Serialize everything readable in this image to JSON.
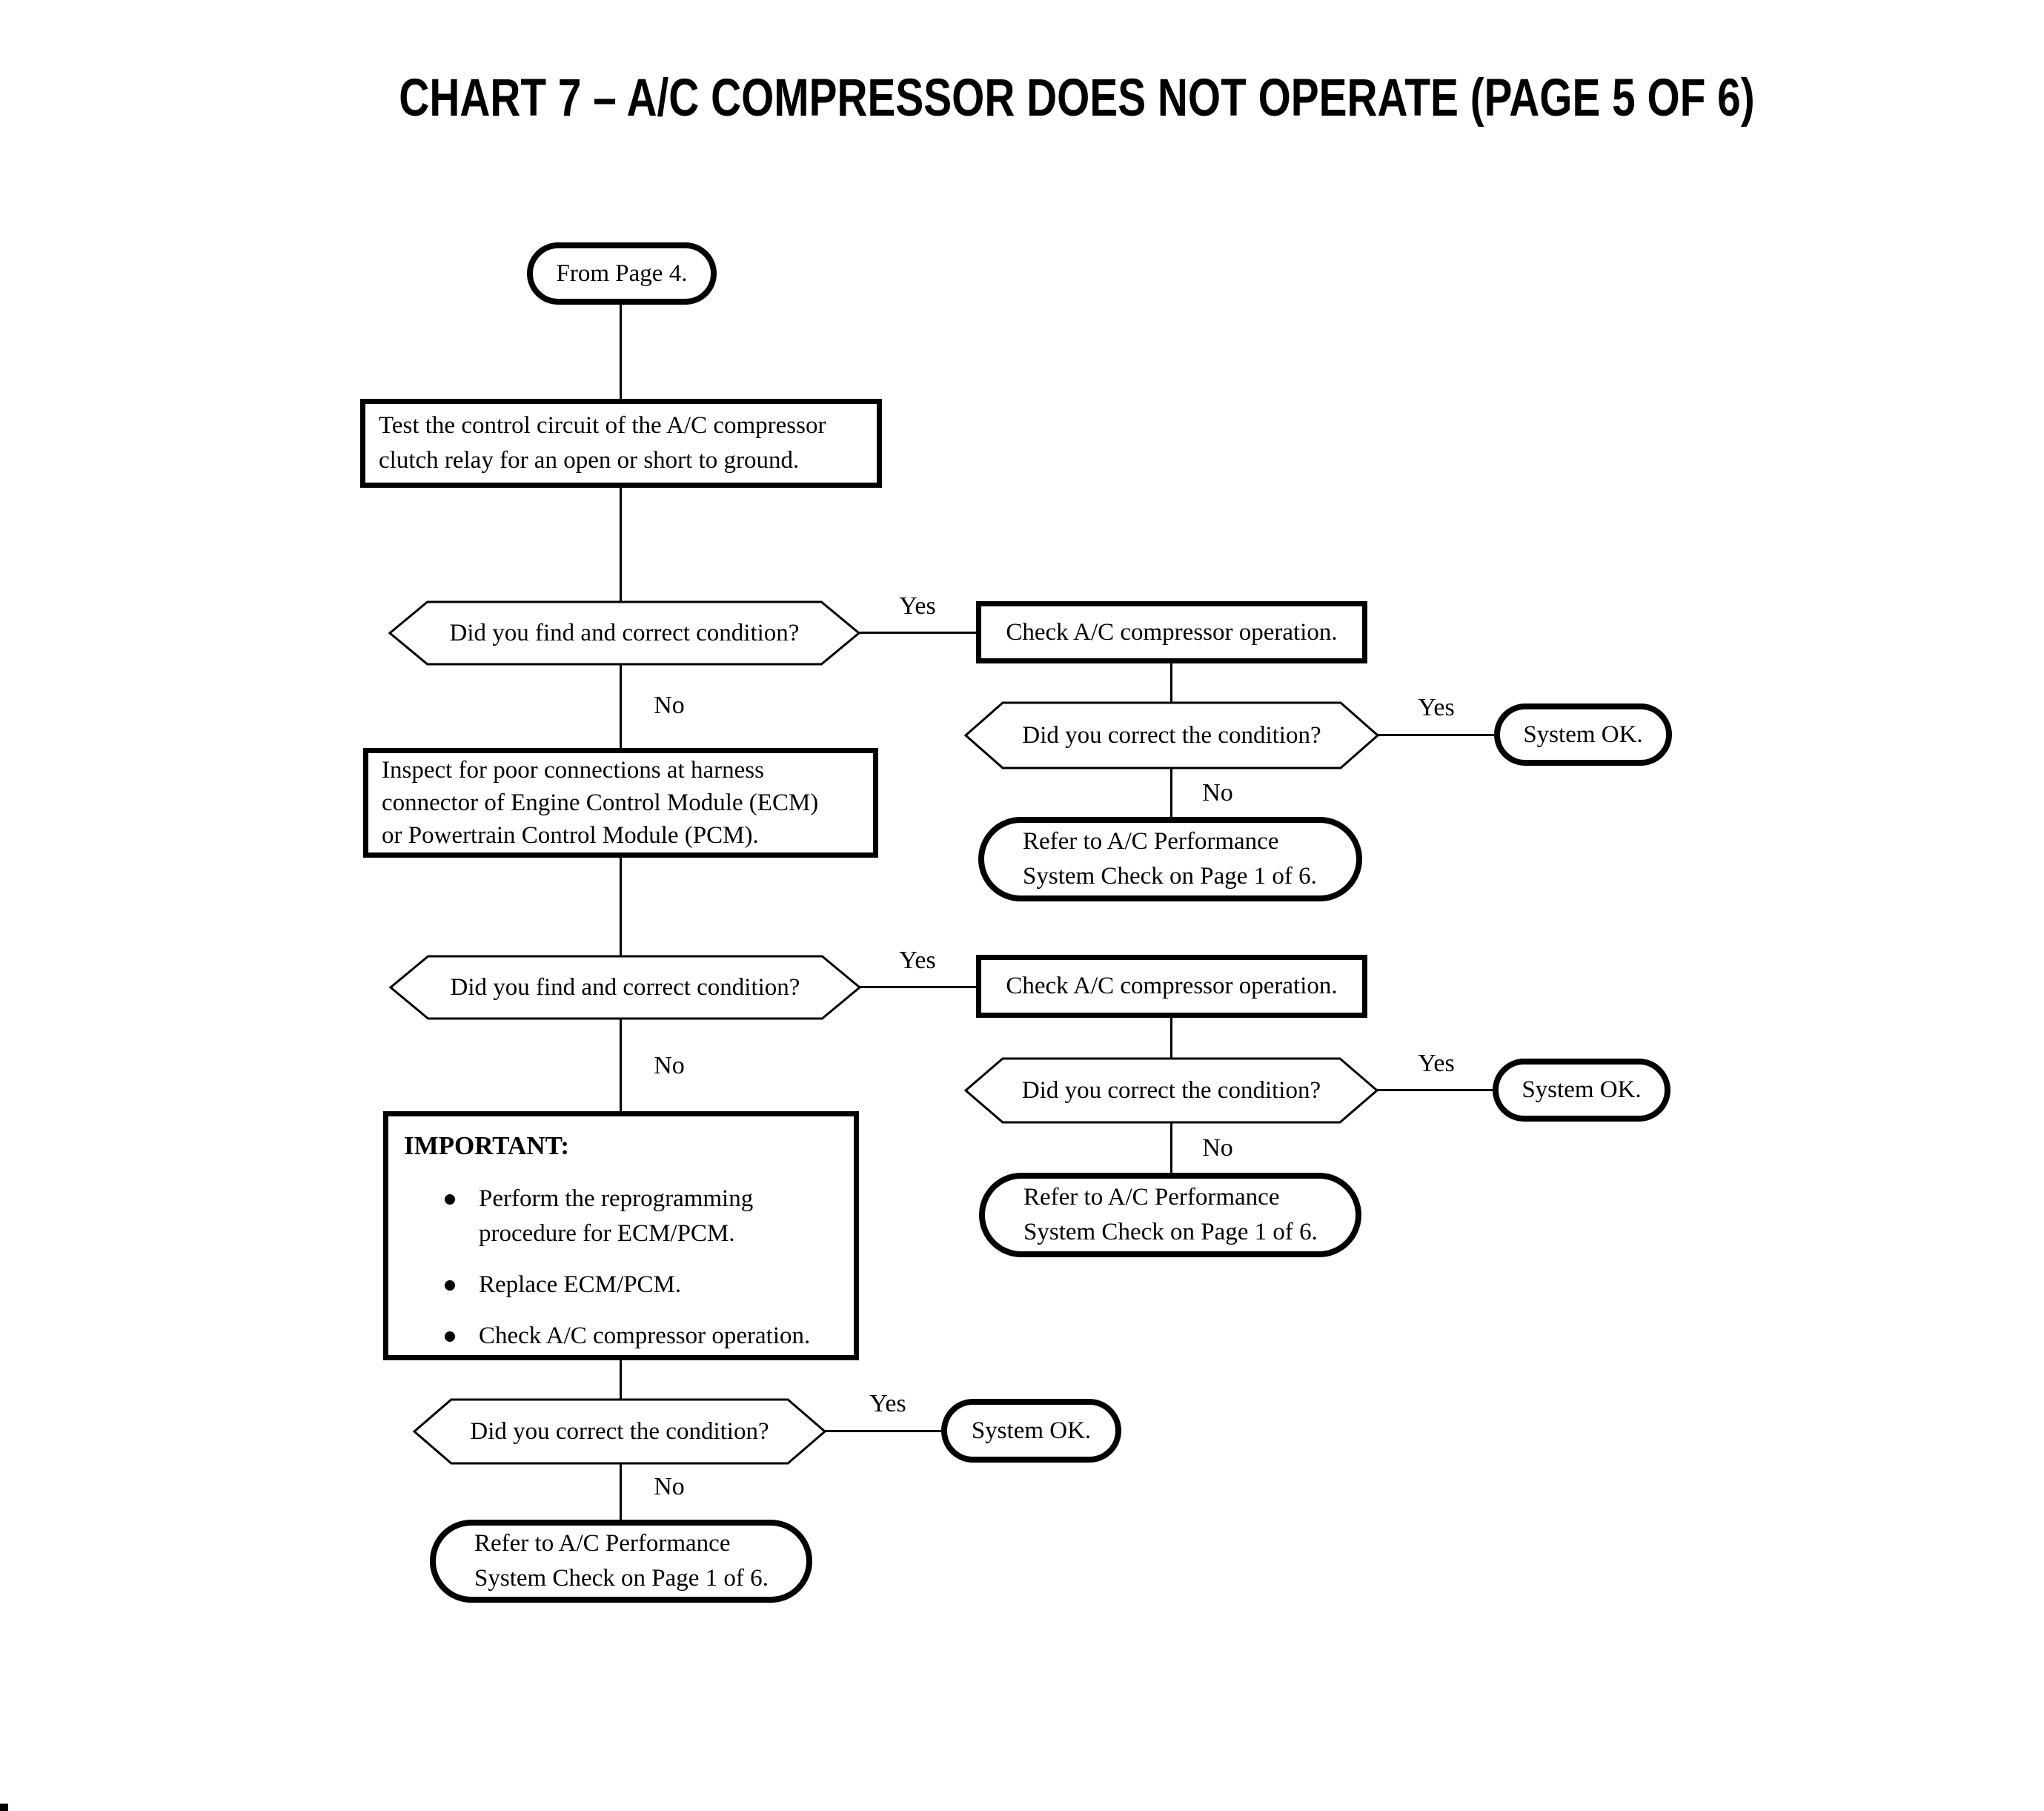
{
  "title": "CHART 7 – A/C COMPRESSOR DOES NOT OPERATE (PAGE 5 OF 6)",
  "edge_labels": {
    "yes": "Yes",
    "no": "No"
  },
  "nodes": {
    "start": {
      "text": "From Page 4."
    },
    "test_circuit": {
      "lines": [
        "Test the control circuit of the A/C compressor",
        "clutch relay for an open or short to ground."
      ]
    },
    "find_correct_1": {
      "text": "Did you find and correct condition?"
    },
    "check_compressor_1": {
      "text": "Check A/C compressor operation."
    },
    "correct_condition_r1": {
      "text": "Did you correct the condition?"
    },
    "system_ok_1": {
      "text": "System OK."
    },
    "refer_performance_1": {
      "lines": [
        "Refer to A/C Performance",
        "System Check on Page 1 of 6."
      ]
    },
    "inspect_connections": {
      "lines": [
        "Inspect for poor connections at harness",
        "connector of Engine Control Module (ECM)",
        "or Powertrain Control Module (PCM)."
      ]
    },
    "find_correct_2": {
      "text": "Did you find and correct condition?"
    },
    "check_compressor_2": {
      "text": "Check A/C compressor operation."
    },
    "correct_condition_r2": {
      "text": "Did you correct the condition?"
    },
    "system_ok_2": {
      "text": "System OK."
    },
    "refer_performance_2": {
      "lines": [
        "Refer to A/C Performance",
        "System Check on Page 1 of 6."
      ]
    },
    "important": {
      "heading": "IMPORTANT:",
      "bullets": [
        "Perform the reprogramming procedure for ECM/PCM.",
        "Replace ECM/PCM.",
        "Check A/C compressor operation."
      ]
    },
    "correct_condition_3": {
      "text": "Did you correct the condition?"
    },
    "system_ok_3": {
      "text": "System OK."
    },
    "refer_performance_3": {
      "lines": [
        "Refer to A/C Performance",
        "System Check on Page 1 of 6."
      ]
    }
  },
  "colors": {
    "line": "#000000",
    "background": "#ffffff",
    "text": "#000000"
  }
}
